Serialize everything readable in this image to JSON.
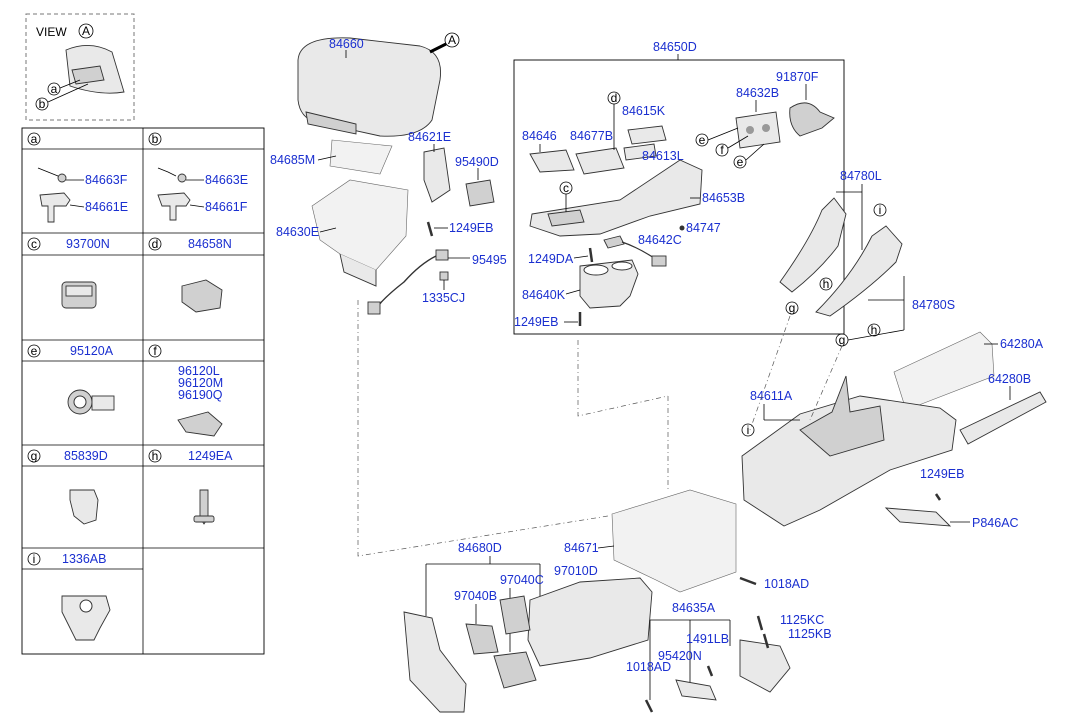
{
  "view_box": {
    "title": "VIEW",
    "view_letter": "A",
    "callouts": [
      "a",
      "b"
    ]
  },
  "legend": [
    {
      "letter": "a",
      "parts": [
        "84663F",
        "84661E"
      ]
    },
    {
      "letter": "b",
      "parts": [
        "84663E",
        "84661F"
      ]
    },
    {
      "letter": "c",
      "parts": [
        "93700N"
      ]
    },
    {
      "letter": "d",
      "parts": [
        "84658N"
      ]
    },
    {
      "letter": "e",
      "parts": [
        "95120A"
      ]
    },
    {
      "letter": "f",
      "parts": [
        "96120L",
        "96120M",
        "96190Q"
      ]
    },
    {
      "letter": "g",
      "parts": [
        "85839D"
      ]
    },
    {
      "letter": "h",
      "parts": [
        "1249EA"
      ]
    },
    {
      "letter": "i",
      "parts": [
        "1336AB"
      ]
    }
  ],
  "labels": {
    "p84660": "84660",
    "pA": "A",
    "p84621E": "84621E",
    "p84685M": "84685M",
    "p95490D": "95490D",
    "p84630E": "84630E",
    "p1249EB_a": "1249EB",
    "p95495": "95495",
    "p1335CJ": "1335CJ",
    "p84650D": "84650D",
    "p84646": "84646",
    "p84677B": "84677B",
    "p84615K": "84615K",
    "p84613L": "84613L",
    "p84632B": "84632B",
    "p91870F": "91870F",
    "p84653B": "84653B",
    "p84747": "84747",
    "p84642C": "84642C",
    "p1249DA": "1249DA",
    "p84640K": "84640K",
    "p1249EB_b": "1249EB",
    "p84780L": "84780L",
    "p84780S": "84780S",
    "p64280A": "64280A",
    "p64280B": "64280B",
    "p84611A": "84611A",
    "p1249EB_c": "1249EB",
    "pP846AC": "P846AC",
    "p84680D": "84680D",
    "p84671": "84671",
    "p97010D": "97010D",
    "p97040C": "97040C",
    "p97040B": "97040B",
    "p1018AD_a": "1018AD",
    "p84635A": "84635A",
    "p1125KC": "1125KC",
    "p1125KB": "1125KB",
    "p1491LB": "1491LB",
    "p95420N": "95420N",
    "p1018AD_b": "1018AD"
  },
  "callouts": {
    "c1": "c",
    "d1": "d",
    "e1": "e",
    "e2": "e",
    "f1": "f",
    "i1": "i",
    "i2": "i",
    "h1": "h",
    "h2": "h",
    "g1": "g",
    "g2": "g"
  }
}
